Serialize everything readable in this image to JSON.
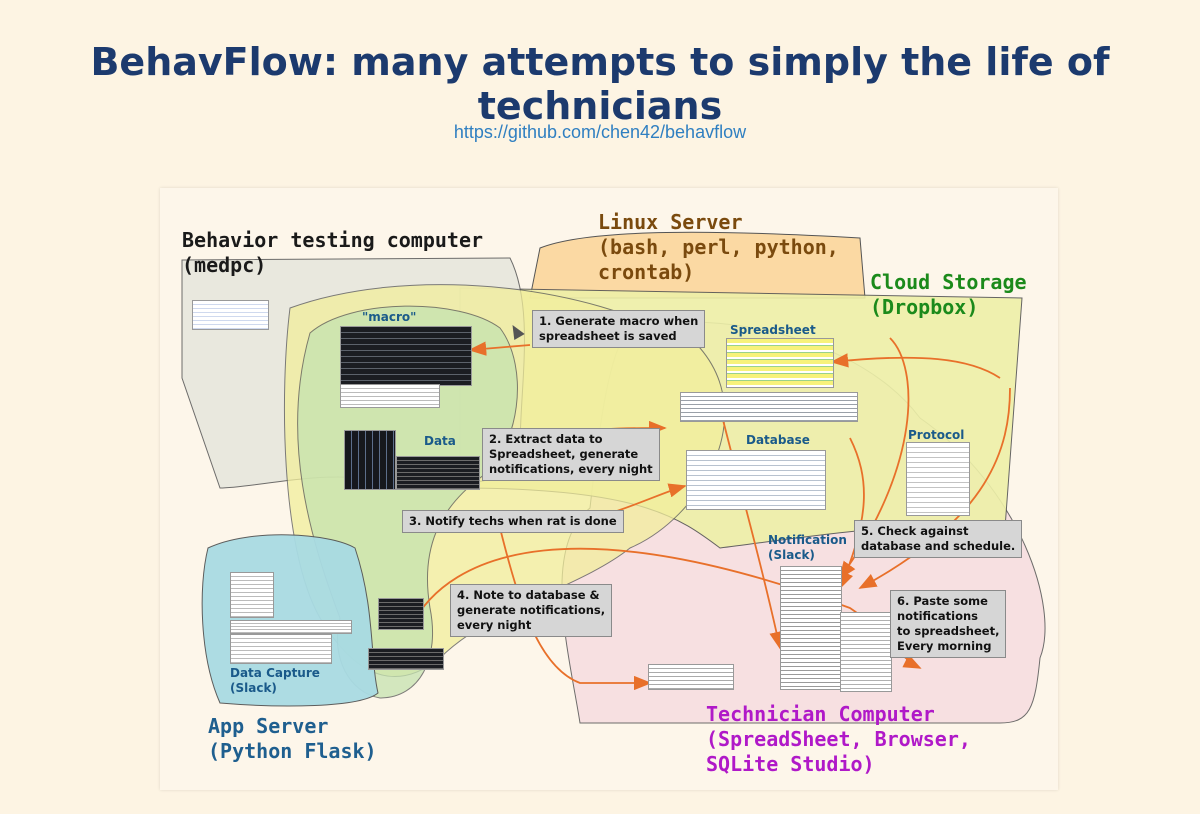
{
  "title": "BehavFlow: many attempts to simply the life of technicians",
  "link": "https://github.com/chen42/behavflow",
  "regions": {
    "behavior": "Behavior testing computer\n(medpc)",
    "linux": "Linux Server\n(bash, perl, python,\ncrontab)",
    "cloud": "Cloud Storage\n(Dropbox)",
    "app": "App Server\n(Python Flask)",
    "technician": "Technician Computer\n(SpreadSheet, Browser,\nSQLite Studio)"
  },
  "panels": {
    "macro": "\"macro\"",
    "data": "Data",
    "spreadsheet": "Spreadsheet",
    "database": "Database",
    "protocol": "Protocol",
    "notification": "Notification\n(Slack)",
    "data_capture": "Data Capture\n(Slack)"
  },
  "steps": {
    "s1": "1. Generate macro when\nspreadsheet is saved",
    "s2": "2. Extract data to\nSpreadsheet, generate\nnotifications, every night",
    "s3": "3. Notify techs when rat is done",
    "s4": "4. Note to database &\ngenerate notifications,\nevery night",
    "s5": "5. Check against\ndatabase and schedule.",
    "s6": "6. Paste some\nnotifications\nto spreadsheet,\nEvery morning"
  },
  "colors": {
    "behavior_fill": "#e6e6dc",
    "linux_fill": "#fbd9a3",
    "cloud_fill": "#eef0a8",
    "app_fill": "#a9dbe3",
    "technician_fill": "#f7dde0",
    "flask_fill": "#c5e3b0",
    "arrow": "#e8702a",
    "behavior_text": "#1a1a1a",
    "linux_text": "#7a4a0e",
    "cloud_text": "#1b8a1b",
    "app_text": "#1f5f8f",
    "technician_text": "#b019c8"
  }
}
